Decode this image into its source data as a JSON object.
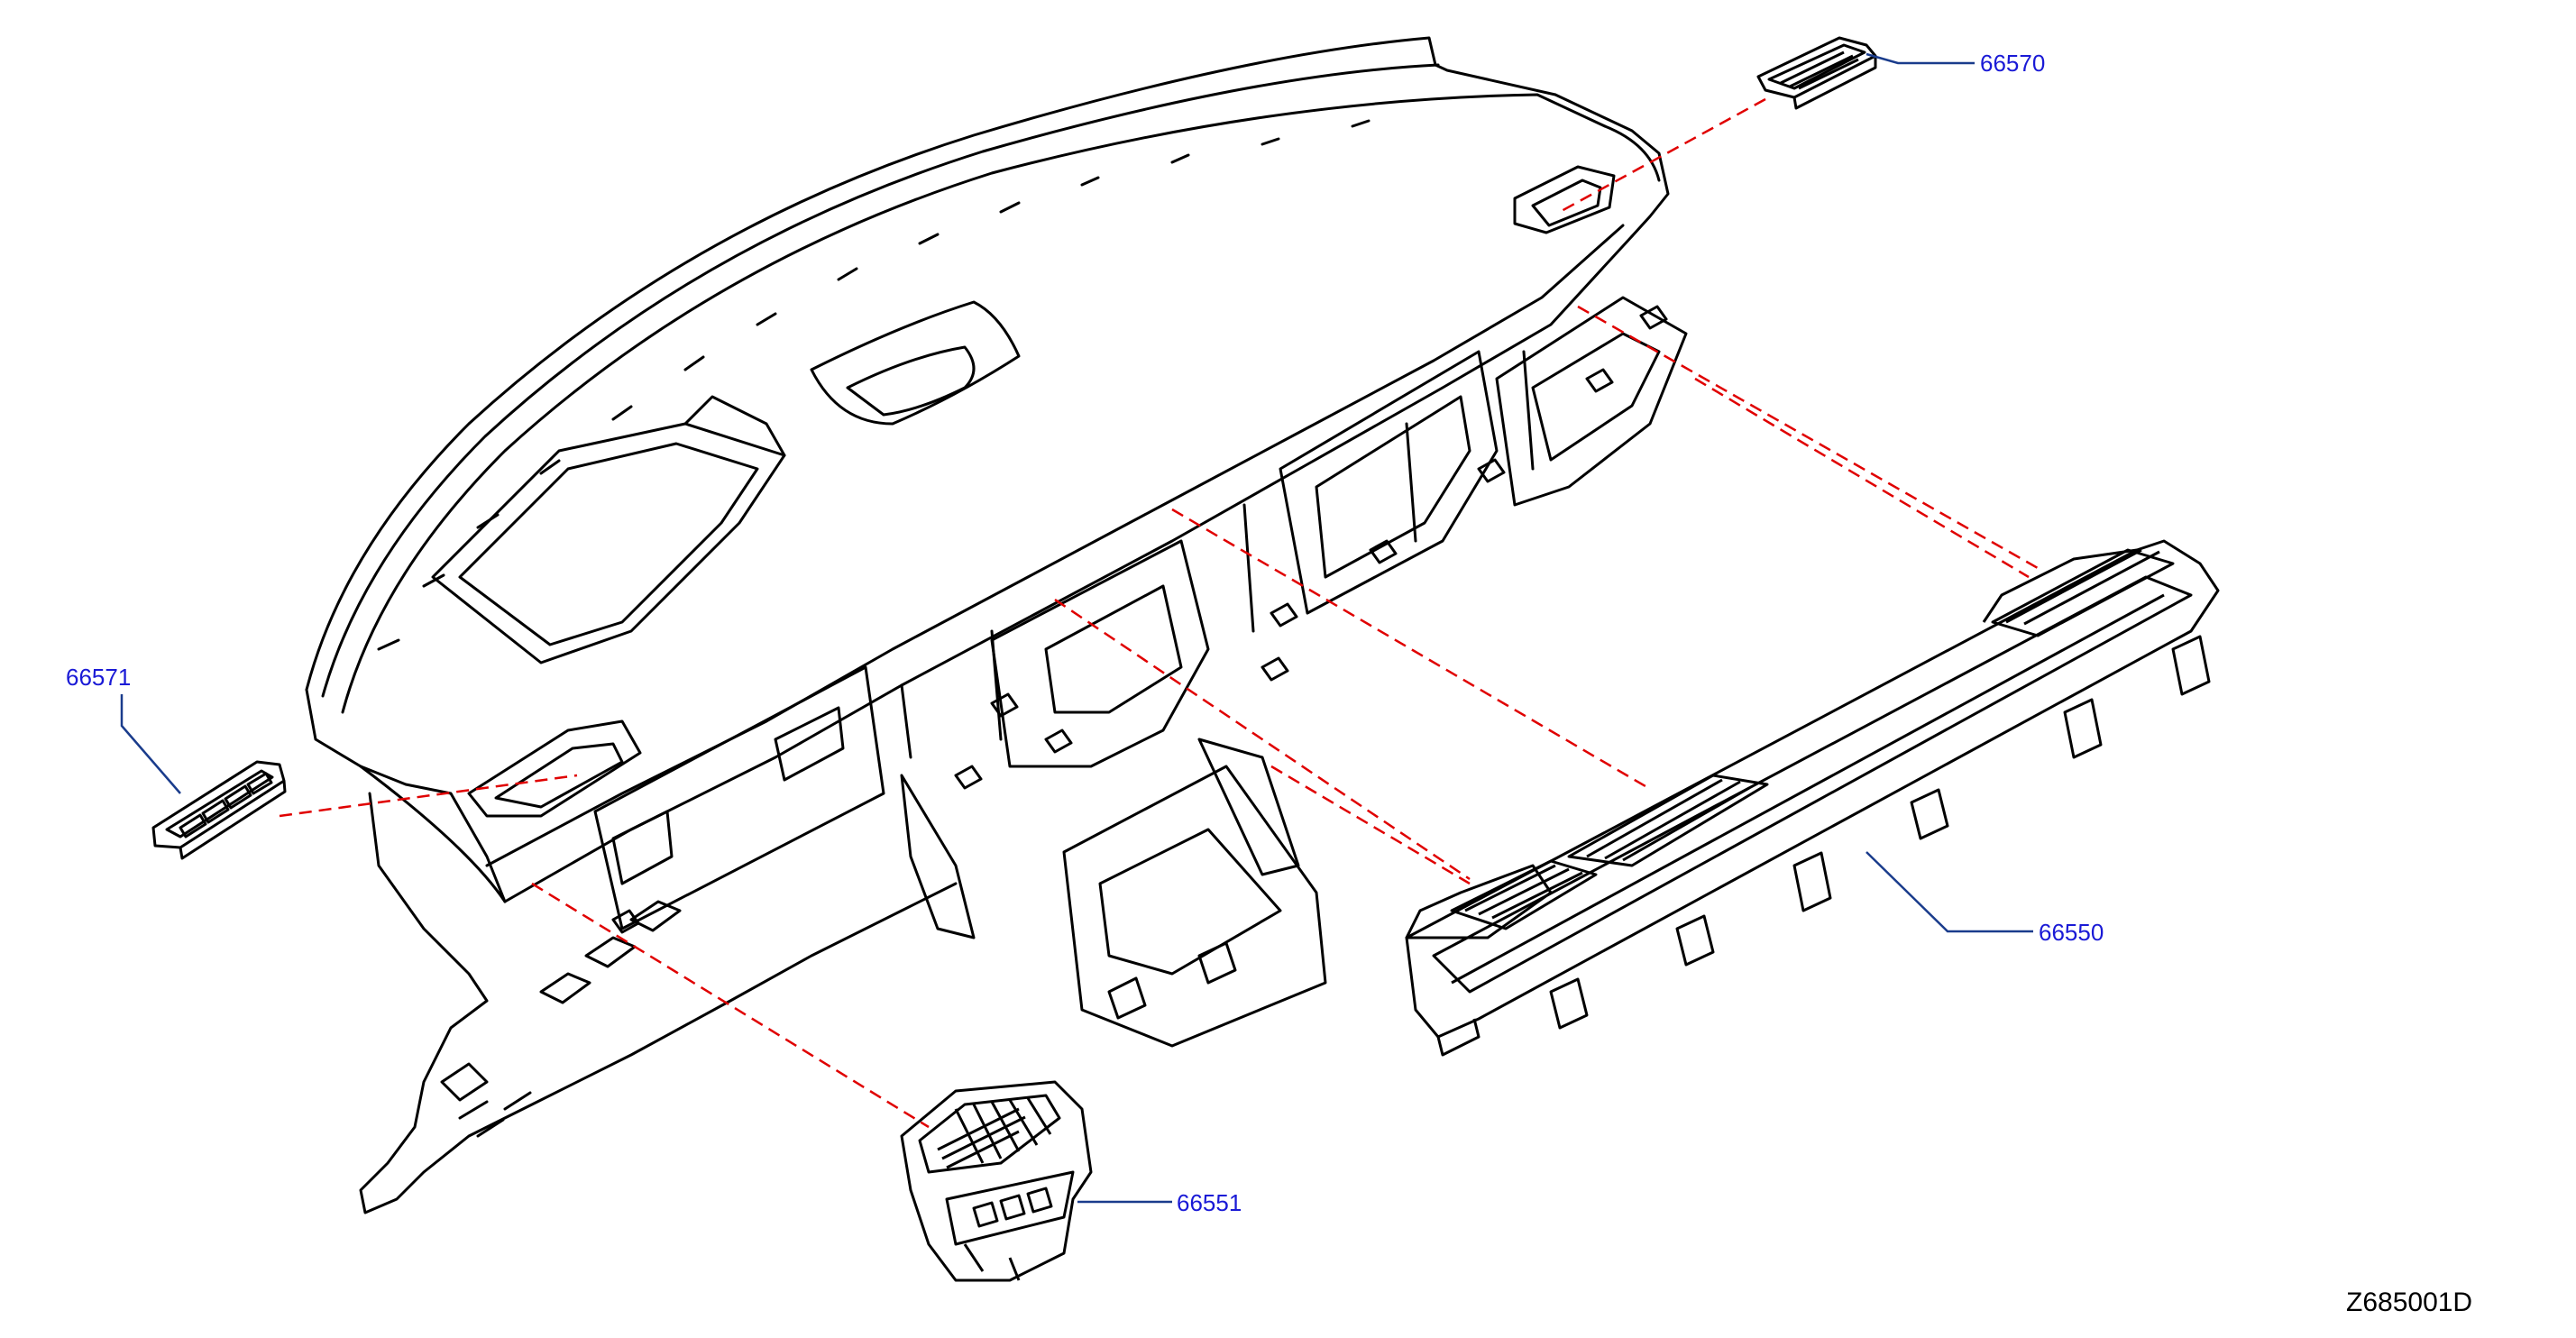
{
  "diagram": {
    "colors": {
      "outline": "#000000",
      "leader": "#1a3c8c",
      "label": "#1a1ad6",
      "dashed_connector": "#e00000",
      "background": "#ffffff"
    },
    "parts": [
      {
        "id": "66570",
        "label": "66570",
        "icon": "upper-right-vent-grille-icon"
      },
      {
        "id": "66571",
        "label": "66571",
        "icon": "left-side-vent-grille-icon"
      },
      {
        "id": "66550",
        "label": "66550",
        "icon": "center-vent-duct-assembly-icon"
      },
      {
        "id": "66551",
        "label": "66551",
        "icon": "lower-vent-grille-assembly-icon"
      }
    ],
    "main_assembly_icon": "instrument-panel-assembly-icon",
    "code": "Z685001D"
  }
}
